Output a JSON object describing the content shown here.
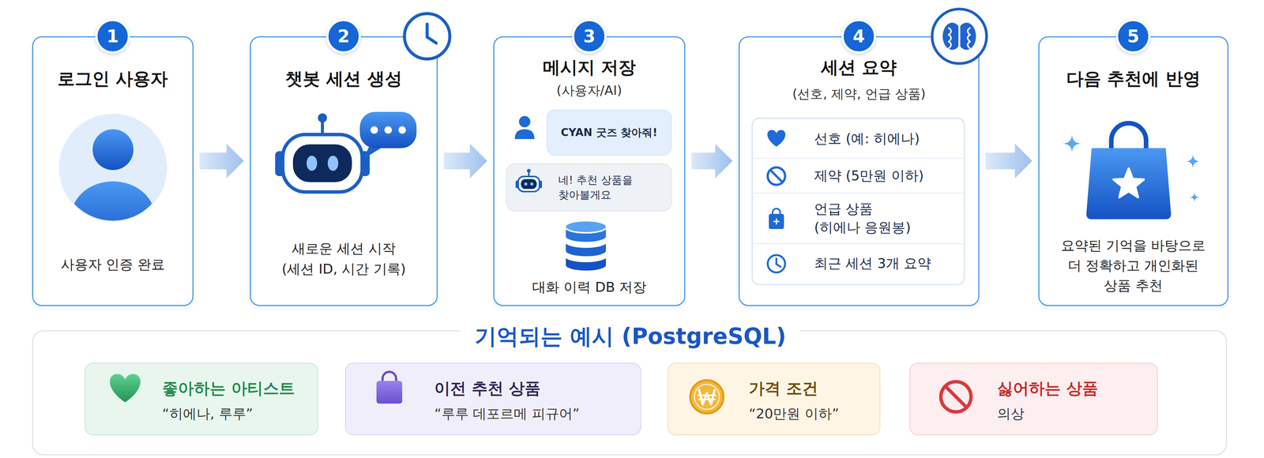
{
  "diagram": {
    "nodes": [
      {
        "text": [
          "로그인 사용자",
          "사용자 인증 완료"
        ]
      },
      {
        "text": [
          "챗봇 세션 생성",
          "새로운 세션 시작 (세션 ID, 시간 기록)"
        ]
      },
      {
        "text": [
          "메시지 저장",
          "(사용자/AI)",
          "대화 이력 DB 저장"
        ]
      },
      {
        "text": [
          "CYAN 굿즈 찾아줘!"
        ],
        "in": 2
      },
      {
        "text": [
          "네! 추천 상품을 찾아볼게요"
        ],
        "in": 2
      },
      {
        "text": [
          "세션 요약",
          "(선호, 제약, 언급 상품)"
        ]
      },
      {
        "text": [
          "선호 (예: 히에나)"
        ],
        "in": 5
      },
      {
        "text": [
          "제약 (5만원 이하)"
        ],
        "in": 5
      },
      {
        "text": [
          "언급 상품 (히에나 응원봉)"
        ],
        "in": 5
      },
      {
        "text": [
          "최근 세션 3개 요약"
        ],
        "in": 5
      },
      {
        "text": [
          "다음 추천에 반영",
          "요약된 기억을 바탕으로 더 정확하고 개인화된 상품 추천"
        ]
      },
      {
        "text": [
          "기억되는 예시 (PostgreSQL)"
        ]
      },
      {
        "text": [
          "좋아하는 아티스트",
          "“히에나, 루루”"
        ],
        "in": 11
      },
      {
        "text": [
          "이전 추천 상품",
          "“루루 데포르메 피규어”"
        ],
        "in": 11
      },
      {
        "text": [
          "가격 조건",
          "“20만원 이하”"
        ],
        "in": 11
      },
      {
        "text": [
          "싫어하는 상품",
          "의상"
        ],
        "in": 11
      }
    ],
    "edges": [
      {
        "from": 0,
        "to": 1,
        "arrow": "to"
      },
      {
        "from": 1,
        "to": 2,
        "arrow": "to"
      },
      {
        "from": 2,
        "to": 5,
        "arrow": "to"
      },
      {
        "from": 5,
        "to": 10,
        "arrow": "to"
      }
    ],
    "labels": [
      "1",
      "2",
      "3",
      "4",
      "5"
    ]
  }
}
